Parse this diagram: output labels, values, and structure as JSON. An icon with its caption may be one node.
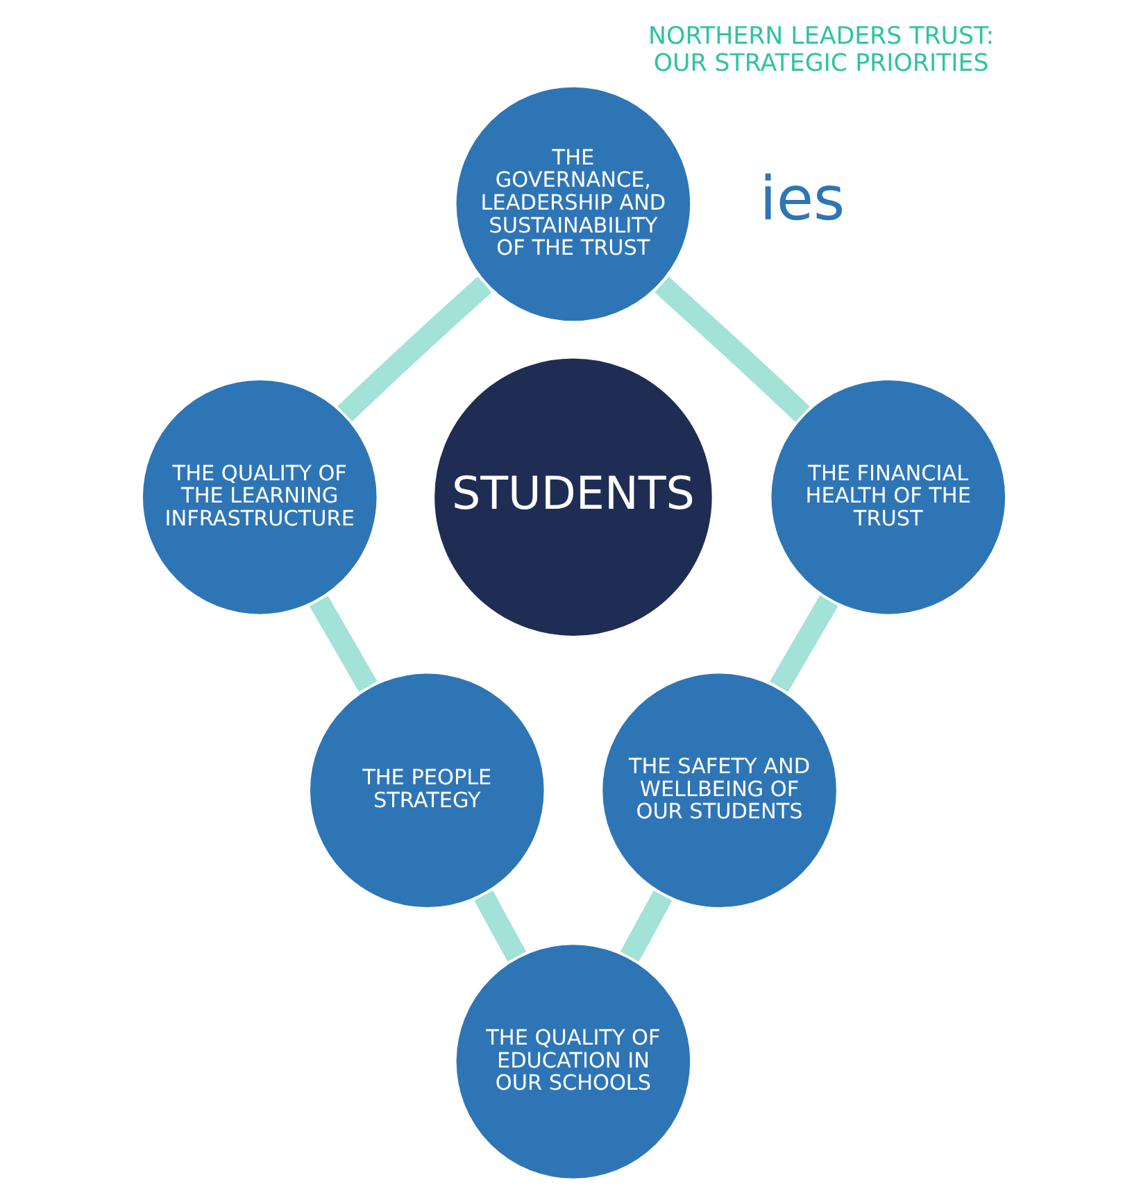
{
  "diagram": {
    "title": "NORTHERN LEADERS TRUST: OUR STRATEGIC PRIORITIES",
    "nodes": [
      {
        "text": [
          "THE GOVERNANCE, LEADERSHIP AND SUSTAINABILITY OF THE TRUST"
        ]
      },
      {
        "text": [
          "THE QUALITY OF THE LEARNING INFRASTRUCTURE"
        ]
      },
      {
        "text": [
          "THE FINANCIAL HEALTH OF THE TRUST"
        ]
      },
      {
        "text": [
          "STUDENTS"
        ]
      },
      {
        "text": [
          "THE PEOPLE STRATEGY"
        ]
      },
      {
        "text": [
          "THE SAFETY AND WELLBEING OF OUR STUDENTS"
        ]
      },
      {
        "text": [
          "THE QUALITY OF EDUCATION IN OUR SCHOOLS"
        ]
      }
    ],
    "edges": [
      {
        "from": 0,
        "to": 2,
        "arrow": "none"
      },
      {
        "from": 2,
        "to": 5,
        "arrow": "none"
      },
      {
        "from": 5,
        "to": 6,
        "arrow": "none"
      },
      {
        "from": 6,
        "to": 4,
        "arrow": "none"
      },
      {
        "from": 4,
        "to": 1,
        "arrow": "none"
      },
      {
        "from": 1,
        "to": 0,
        "arrow": "none"
      }
    ],
    "labels": [
      "ies"
    ]
  }
}
